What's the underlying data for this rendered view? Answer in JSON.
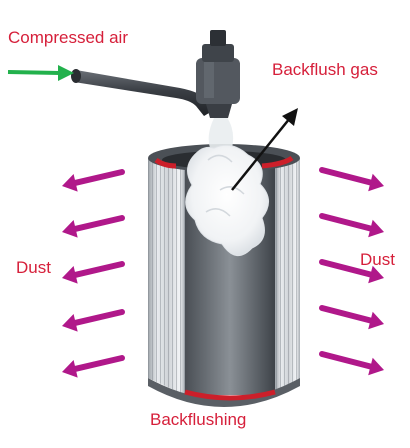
{
  "labels": {
    "compressed_air": "Compressed air",
    "backflush_gas": "Backflush gas",
    "dust_left": "Dust",
    "dust_right": "Dust",
    "backflushing": "Backflushing"
  },
  "colors": {
    "label_text": "#d61f3a",
    "dust_arrow": "#b0188a",
    "air_arrow": "#22b14c",
    "gas_arrow": "#111111",
    "filter_pleats": "#c7ccd0",
    "seal_red": "#cc1f2a",
    "pipe_dark": "#3a3e44",
    "cloud": "#ffffff"
  },
  "icons": {
    "air_arrow": "arrow-right-icon",
    "gas_arrow": "arrow-up-right-icon",
    "dust_arrows": "arrow-outward-icon"
  }
}
